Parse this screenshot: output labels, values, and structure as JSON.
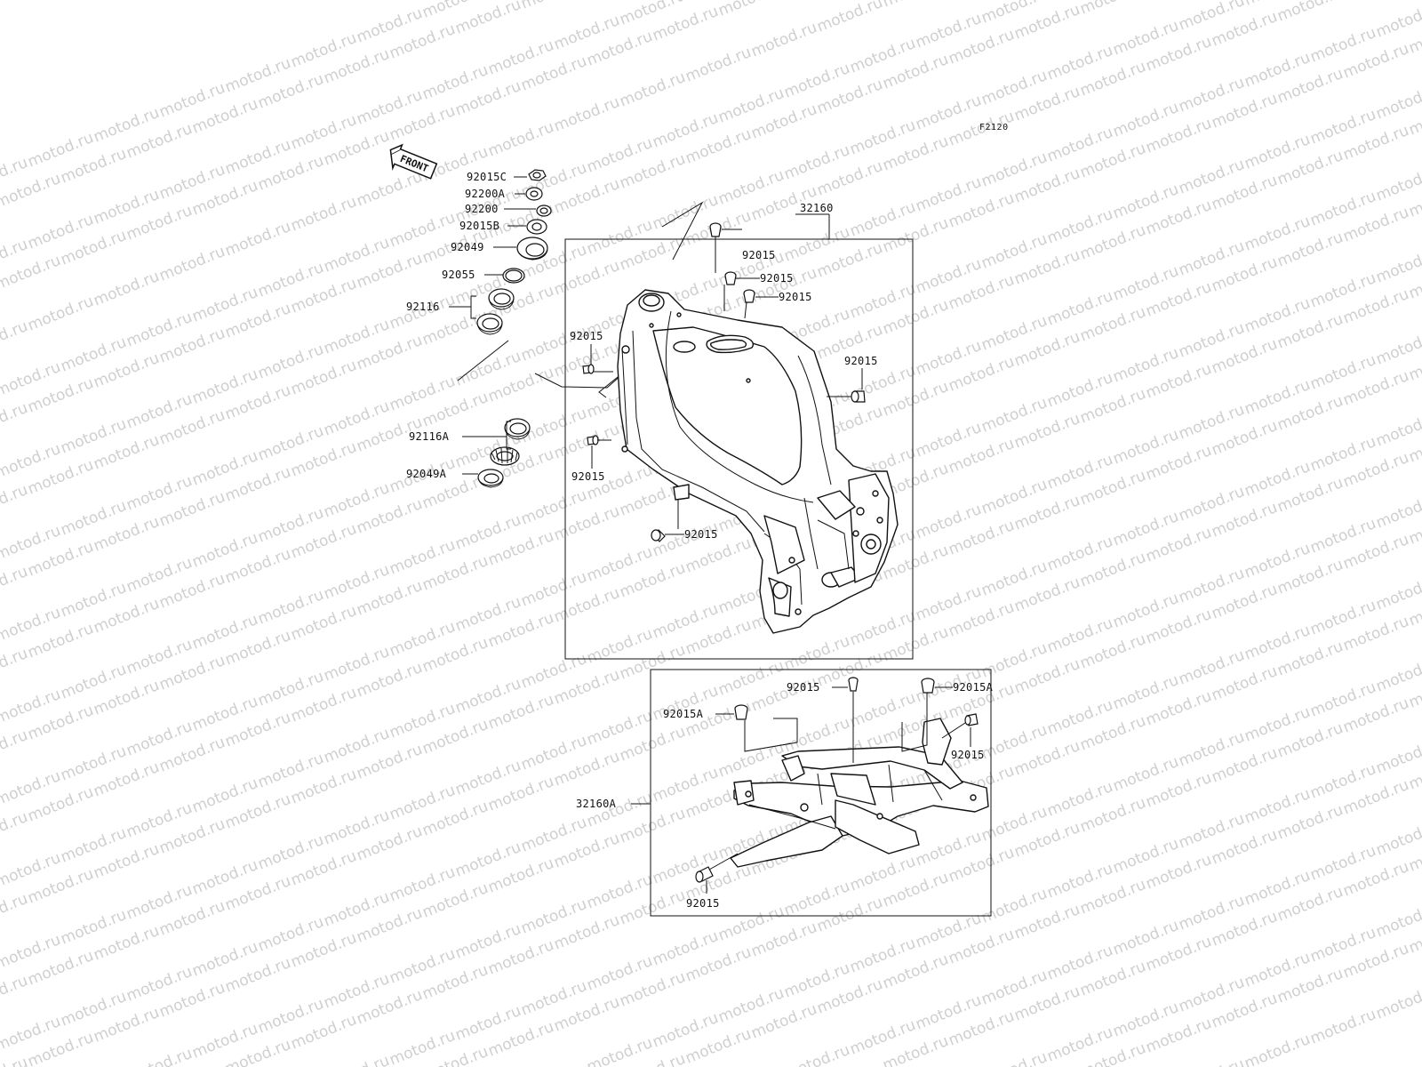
{
  "diagram": {
    "code": "F2120",
    "watermark": "motod.ru",
    "front_label": "FRONT",
    "main_frame_label": "32160",
    "sub_frame_label": "32160A",
    "steering_parts": [
      {
        "id": "p1",
        "label": "92015C"
      },
      {
        "id": "p2",
        "label": "92200A"
      },
      {
        "id": "p3",
        "label": "92200"
      },
      {
        "id": "p4",
        "label": "92015B"
      },
      {
        "id": "p5",
        "label": "92049"
      },
      {
        "id": "p6",
        "label": "92055"
      },
      {
        "id": "p7",
        "label": "92116"
      },
      {
        "id": "p8",
        "label": "92116A"
      },
      {
        "id": "p9",
        "label": "92049A"
      }
    ],
    "main_frame_bolts": [
      {
        "id": "b1",
        "label": "92015"
      },
      {
        "id": "b2",
        "label": "92015"
      },
      {
        "id": "b3",
        "label": "92015"
      },
      {
        "id": "b4",
        "label": "92015"
      },
      {
        "id": "b5",
        "label": "92015"
      },
      {
        "id": "b6",
        "label": "92015"
      },
      {
        "id": "b7",
        "label": "92015"
      }
    ],
    "sub_frame_bolts": [
      {
        "id": "s1",
        "label": "92015"
      },
      {
        "id": "s2",
        "label": "92015A"
      },
      {
        "id": "s3",
        "label": "92015A"
      },
      {
        "id": "s4",
        "label": "92015"
      },
      {
        "id": "s5",
        "label": "92015"
      }
    ]
  }
}
